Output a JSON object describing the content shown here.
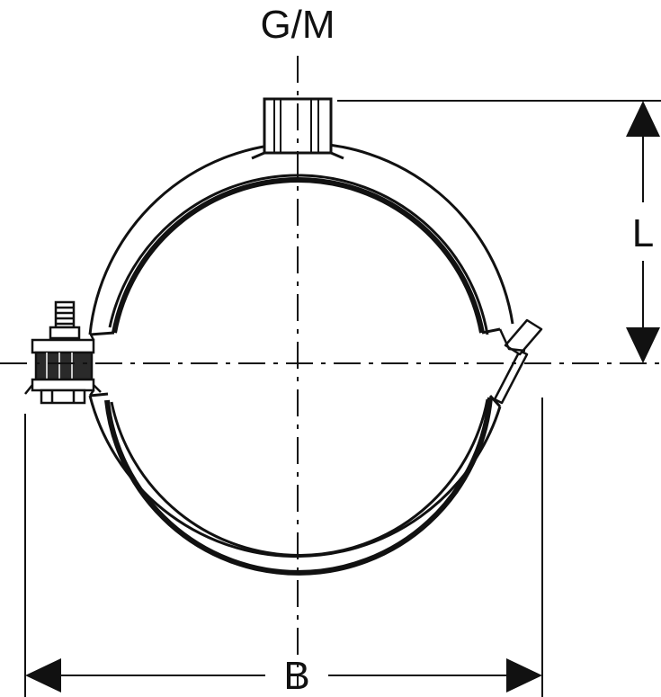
{
  "labels": {
    "thread": "G/M",
    "height": "L",
    "width": "B"
  },
  "colors": {
    "line": "#111111",
    "fill": "#ffffff"
  }
}
